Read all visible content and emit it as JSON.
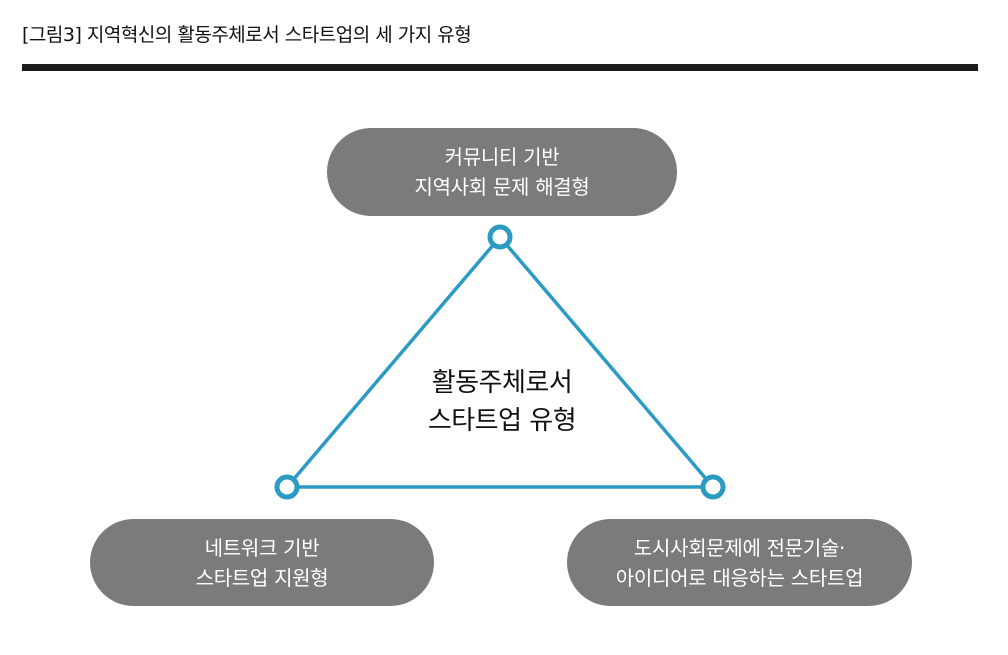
{
  "figure": {
    "title": "[그림3] 지역혁신의 활동주체로서 스타트업의 세 가지 유형"
  },
  "diagram": {
    "accent_color": "#2c9bc4",
    "pill_color": "#7b7b7b",
    "center": {
      "line1": "활동주체로서",
      "line2": "스타트업 유형"
    },
    "nodes": [
      {
        "line1": "커뮤니티 기반",
        "line2": "지역사회 문제 해결형"
      },
      {
        "line1": "네트워크 기반",
        "line2": "스타트업 지원형"
      },
      {
        "line1": "도시사회문제에 전문기술·",
        "line2": "아이디어로 대응하는 스타트업"
      }
    ]
  }
}
